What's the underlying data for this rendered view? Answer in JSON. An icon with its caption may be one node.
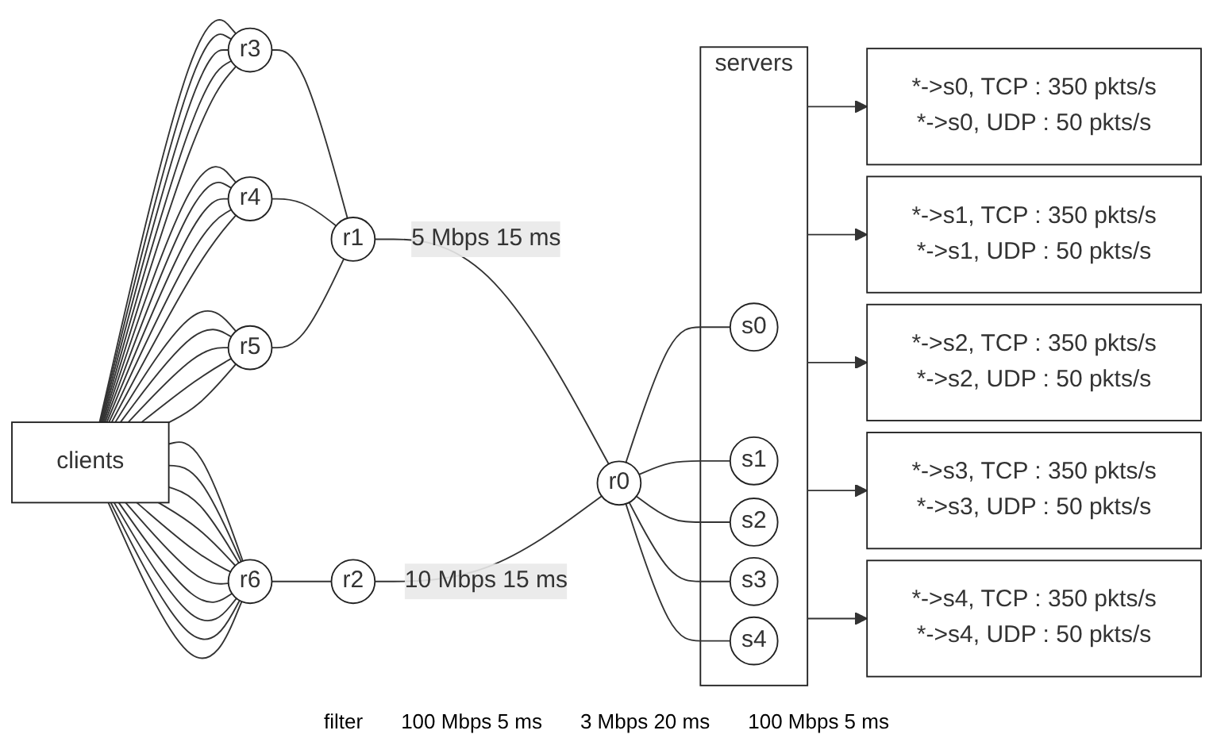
{
  "diagram": {
    "nodes": [
      {
        "text": [
          "clients"
        ]
      },
      {
        "text": [
          "r3"
        ]
      },
      {
        "text": [
          "r4"
        ]
      },
      {
        "text": [
          "r5"
        ]
      },
      {
        "text": [
          "r6"
        ]
      },
      {
        "text": [
          "r1"
        ]
      },
      {
        "text": [
          "r2"
        ]
      },
      {
        "text": [
          "r0"
        ]
      },
      {
        "text": [
          "servers"
        ]
      },
      {
        "text": [
          "s0"
        ],
        "in": 8
      },
      {
        "text": [
          "s1"
        ],
        "in": 8
      },
      {
        "text": [
          "s2"
        ],
        "in": 8
      },
      {
        "text": [
          "s3"
        ],
        "in": 8
      },
      {
        "text": [
          "s4"
        ],
        "in": 8
      },
      {
        "text": [
          "*->s0, TCP : 350 pkts/s",
          "*->s0, UDP : 50 pkts/s"
        ]
      },
      {
        "text": [
          "*->s1, TCP : 350 pkts/s",
          "*->s1, UDP : 50 pkts/s"
        ]
      },
      {
        "text": [
          "*->s2, TCP : 350 pkts/s",
          "*->s2, UDP : 50 pkts/s"
        ]
      },
      {
        "text": [
          "*->s3, TCP : 350 pkts/s",
          "*->s3, UDP : 50 pkts/s"
        ]
      },
      {
        "text": [
          "*->s4, TCP : 350 pkts/s",
          "*->s4, UDP : 50 pkts/s"
        ]
      }
    ],
    "edges": [
      {
        "from": 0,
        "to": 1,
        "arrow": "none"
      },
      {
        "from": 0,
        "to": 1,
        "arrow": "none"
      },
      {
        "from": 0,
        "to": 1,
        "arrow": "none"
      },
      {
        "from": 0,
        "to": 1,
        "arrow": "none"
      },
      {
        "from": 0,
        "to": 1,
        "arrow": "none"
      },
      {
        "from": 0,
        "to": 2,
        "arrow": "none"
      },
      {
        "from": 0,
        "to": 2,
        "arrow": "none"
      },
      {
        "from": 0,
        "to": 2,
        "arrow": "none"
      },
      {
        "from": 0,
        "to": 2,
        "arrow": "none"
      },
      {
        "from": 0,
        "to": 2,
        "arrow": "none"
      },
      {
        "from": 0,
        "to": 3,
        "arrow": "none"
      },
      {
        "from": 0,
        "to": 3,
        "arrow": "none"
      },
      {
        "from": 0,
        "to": 3,
        "arrow": "none"
      },
      {
        "from": 0,
        "to": 3,
        "arrow": "none"
      },
      {
        "from": 0,
        "to": 3,
        "arrow": "none"
      },
      {
        "from": 0,
        "to": 4,
        "arrow": "none"
      },
      {
        "from": 0,
        "to": 4,
        "arrow": "none"
      },
      {
        "from": 0,
        "to": 4,
        "arrow": "none"
      },
      {
        "from": 0,
        "to": 4,
        "arrow": "none"
      },
      {
        "from": 0,
        "to": 4,
        "arrow": "none"
      },
      {
        "from": 0,
        "to": 4,
        "arrow": "none"
      },
      {
        "from": 0,
        "to": 4,
        "arrow": "none"
      },
      {
        "from": 0,
        "to": 4,
        "arrow": "none"
      },
      {
        "from": 0,
        "to": 4,
        "arrow": "none"
      },
      {
        "from": 0,
        "to": 4,
        "arrow": "none"
      },
      {
        "from": 1,
        "to": 5,
        "arrow": "none"
      },
      {
        "from": 2,
        "to": 5,
        "arrow": "none"
      },
      {
        "from": 3,
        "to": 5,
        "arrow": "none"
      },
      {
        "from": 4,
        "to": 6,
        "arrow": "none"
      },
      {
        "from": 5,
        "to": 7,
        "arrow": "none",
        "label": "5 Mbps 15 ms"
      },
      {
        "from": 6,
        "to": 7,
        "arrow": "none",
        "label": "10 Mbps 15 ms"
      },
      {
        "from": 7,
        "to": 9,
        "arrow": "none"
      },
      {
        "from": 7,
        "to": 10,
        "arrow": "none"
      },
      {
        "from": 7,
        "to": 11,
        "arrow": "none"
      },
      {
        "from": 7,
        "to": 12,
        "arrow": "none"
      },
      {
        "from": 7,
        "to": 13,
        "arrow": "none"
      },
      {
        "from": 8,
        "to": 14,
        "arrow": "to"
      },
      {
        "from": 8,
        "to": 15,
        "arrow": "to"
      },
      {
        "from": 8,
        "to": 16,
        "arrow": "to"
      },
      {
        "from": 8,
        "to": 17,
        "arrow": "to"
      },
      {
        "from": 8,
        "to": 18,
        "arrow": "to"
      }
    ],
    "labels": [
      "filter",
      "100 Mbps 5 ms",
      "3 Mbps 20 ms",
      "100 Mbps 5 ms"
    ]
  }
}
